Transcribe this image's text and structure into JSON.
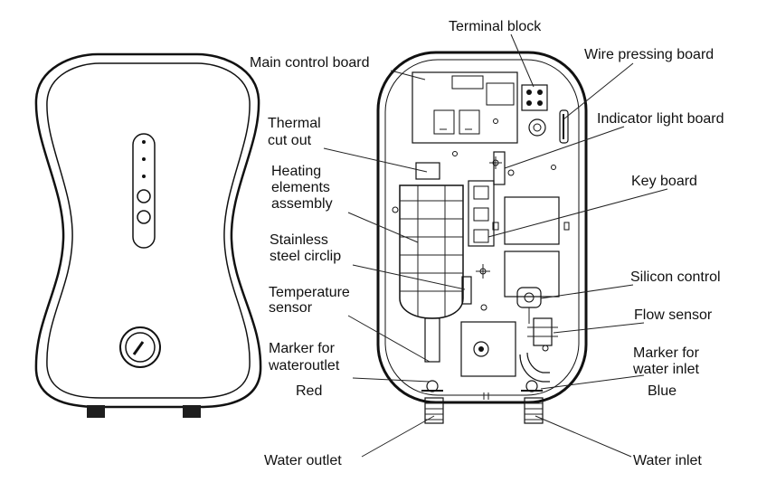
{
  "labels": {
    "terminal_block": "Terminal block",
    "main_control_board": "Main control board",
    "wire_pressing_board": "Wire pressing board",
    "indicator_light_board": "Indicator light board",
    "thermal_cut_out_1": "Thermal",
    "thermal_cut_out_2": "cut out",
    "heating_1": "Heating",
    "heating_2": "elements",
    "heating_3": "assembly",
    "key_board": "Key board",
    "circlip_1": "Stainless",
    "circlip_2": "steel circlip",
    "temp_1": "Temperature",
    "temp_2": "sensor",
    "silicon_control": "Silicon control",
    "flow_sensor": "Flow sensor",
    "marker_outlet_1": "Marker for",
    "marker_outlet_2": "wateroutlet",
    "red": "Red",
    "marker_inlet_1": "Marker for",
    "marker_inlet_2": "water inlet",
    "blue": "Blue",
    "water_outlet": "Water outlet",
    "water_inlet": "Water inlet"
  }
}
